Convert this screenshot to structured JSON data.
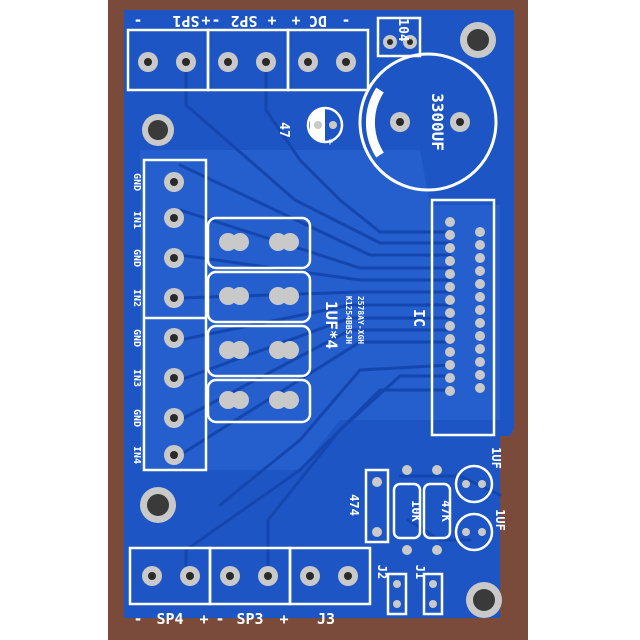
{
  "board": {
    "colors": {
      "substrate": "#7a4a3a",
      "mask": "#1d56c4",
      "mask_light": "#2a67d6",
      "trace": "#1646a8",
      "silk": "#ffffff",
      "pad": "#c9c9c9",
      "hole": "#2a2a2a"
    },
    "labels": {
      "sp1": "SP1",
      "sp2": "SP2",
      "dc": "DC",
      "sp4": "SP4",
      "sp3": "SP3",
      "j3": "J3",
      "cap_main": "3300UF",
      "cap_small": "47",
      "res_top": "104",
      "ic": "IC",
      "caps_group": "1UF*4",
      "chip_code_1": "K1254BBSJH",
      "chip_code_2": "2578AY-XGH",
      "in1": "IN1",
      "in2": "IN2",
      "in3": "IN3",
      "in4": "IN4",
      "gnd": "GND",
      "cap_1uf_a": "1UF",
      "cap_1uf_b": "1UF",
      "res_474": "474",
      "res_10k": "10K",
      "res_47k": "47K",
      "j1": "J1",
      "j2": "J2",
      "minus": "-",
      "plus": "+"
    }
  }
}
